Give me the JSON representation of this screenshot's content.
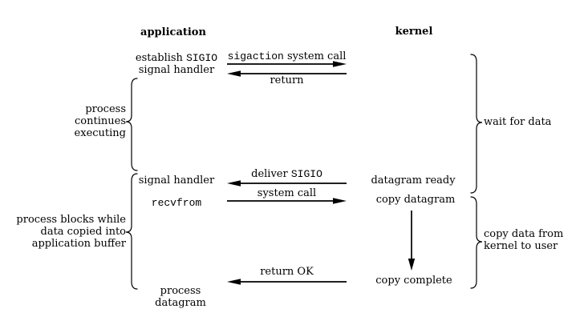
{
  "headers": {
    "application": "application",
    "kernel": "kernel"
  },
  "application_column": {
    "establish_prefix": "establish",
    "establish_code": "SIGIO",
    "establish_line2": "signal handler",
    "signal_handler": "signal handler",
    "recvfrom_code": "recvfrom",
    "process_line1": "process",
    "process_line2": "datagram"
  },
  "kernel_column": {
    "datagram_ready": "datagram ready",
    "copy_datagram": "copy datagram",
    "copy_complete": "copy complete"
  },
  "arrows": {
    "sigaction_code": "sigaction",
    "sigaction_suffix": "system call",
    "return_label": "return",
    "deliver_prefix": "deliver",
    "deliver_code": "SIGIO",
    "system_call": "system call",
    "return_ok": "return OK"
  },
  "annotations": {
    "process_continues": {
      "line1": "process",
      "line2": "continues",
      "line3": "executing"
    },
    "wait_for_data": "wait for data",
    "process_blocks": {
      "line1": "process blocks while",
      "line2": "data copied into",
      "line3": "application buffer"
    },
    "copy_data": {
      "line1": "copy data from",
      "line2": "kernel to user"
    }
  },
  "colors": {
    "ink": "#000000",
    "background": "#ffffff"
  }
}
